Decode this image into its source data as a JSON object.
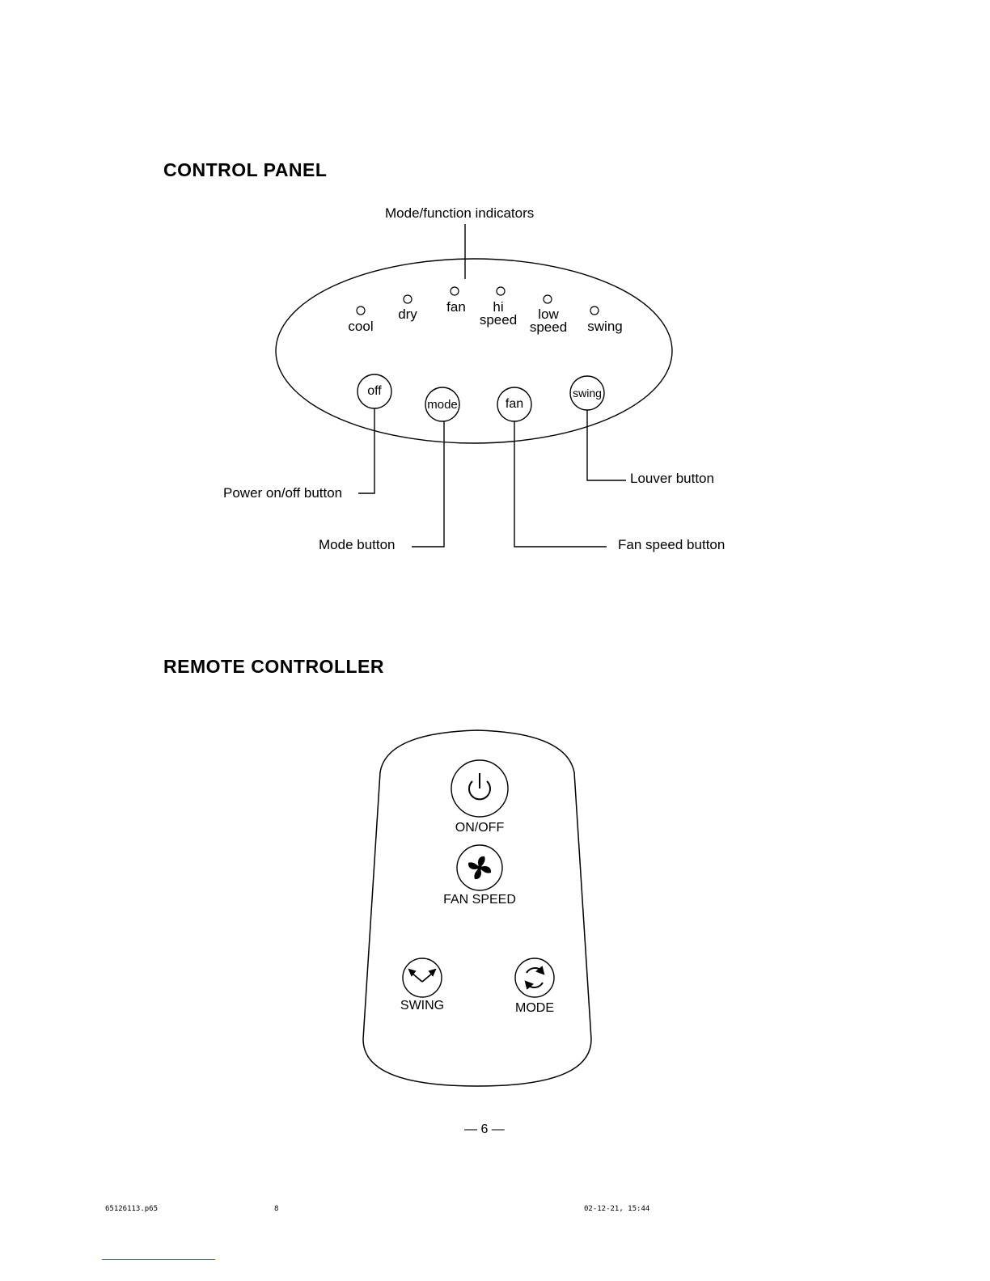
{
  "headings": {
    "control_panel": "CONTROL PANEL",
    "remote_controller": "REMOTE CONTROLLER"
  },
  "control_panel": {
    "indicators_callout": "Mode/function indicators",
    "indicators": [
      {
        "line1": "cool",
        "line2": ""
      },
      {
        "line1": "dry",
        "line2": ""
      },
      {
        "line1": "fan",
        "line2": ""
      },
      {
        "line1": "hi",
        "line2": "speed"
      },
      {
        "line1": "low",
        "line2": "speed"
      },
      {
        "line1": "swing",
        "line2": ""
      }
    ],
    "buttons": {
      "off": "off",
      "mode": "mode",
      "fan": "fan",
      "swing": "swing"
    },
    "callouts": {
      "power": "Power on/off button",
      "mode": "Mode button",
      "fan": "Fan speed button",
      "louver": "Louver button"
    }
  },
  "remote": {
    "onoff": {
      "label": "ON/OFF",
      "icon": "power-icon"
    },
    "fan_speed": {
      "label": "FAN SPEED",
      "icon": "fan-icon"
    },
    "swing": {
      "label": "SWING",
      "icon": "swing-arrows-icon"
    },
    "mode": {
      "label": "MODE",
      "icon": "cycle-arrows-icon"
    }
  },
  "page_number": "— 6 —",
  "footer": {
    "file": "65126113.p65",
    "page": "8",
    "timestamp": "02-12-21, 15:44"
  }
}
